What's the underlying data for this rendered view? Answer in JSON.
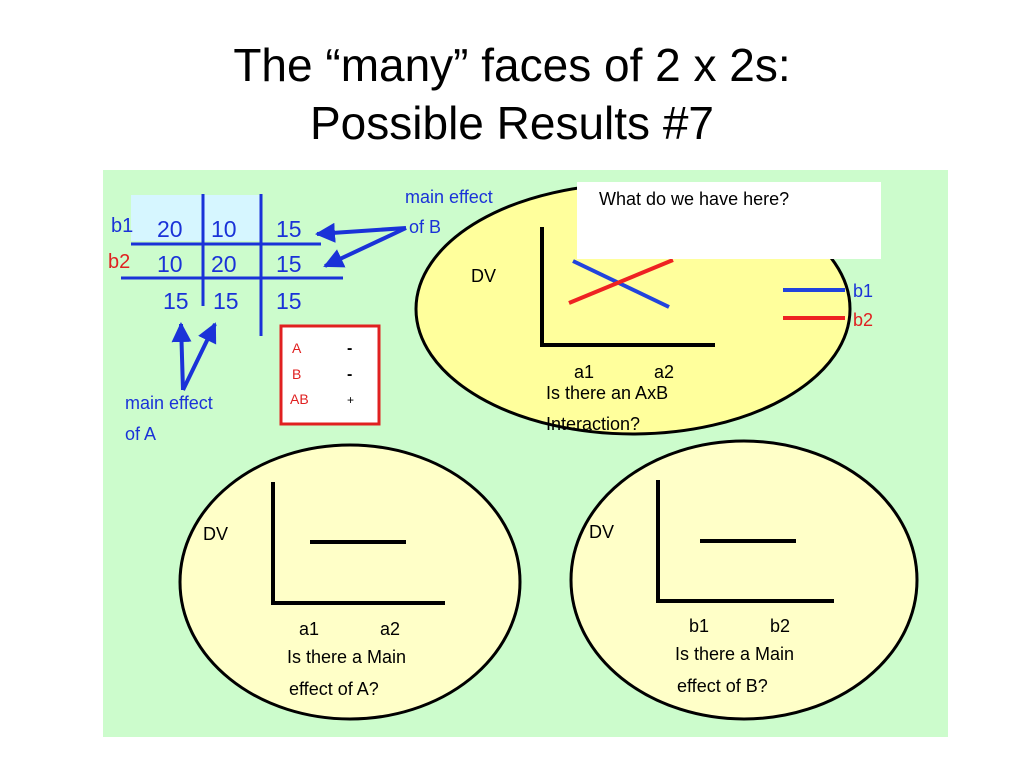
{
  "title": {
    "line1": "The “many” faces of 2 x 2s:",
    "line2": "Possible Results #7"
  },
  "callout_text": "What do we have here?",
  "colors": {
    "background_green": "#ccfccc",
    "table_header_fill": "#d6f6ff",
    "ellipse_fill": "#ffffc8",
    "ellipse_top_fill": "#ffff9c",
    "blue": "#1a32d8",
    "red": "#e02020",
    "b1_line": "#2244dd",
    "b2_line": "#ee2222"
  },
  "table": {
    "row_labels": [
      "b1",
      "b2"
    ],
    "rows": [
      [
        "20",
        "10",
        "15"
      ],
      [
        "10",
        "20",
        "15"
      ]
    ],
    "column_means": [
      "15",
      "15",
      "15"
    ]
  },
  "annotations": {
    "main_effect_b": [
      "main effect",
      "of B"
    ],
    "main_effect_a": [
      "main effect",
      "of A"
    ]
  },
  "effects_box": [
    {
      "label": "A",
      "mark": "-"
    },
    {
      "label": "B",
      "mark": "-"
    },
    {
      "label": "AB",
      "mark": "+"
    }
  ],
  "interaction_plot": {
    "ylabel": "DV",
    "x_labels": [
      "a1",
      "a2"
    ],
    "question": [
      "Is there an AxB",
      "Interaction?"
    ],
    "legend": [
      "b1",
      "b2"
    ]
  },
  "main_a_plot": {
    "ylabel": "DV",
    "x_labels": [
      "a1",
      "a2"
    ],
    "question": [
      "Is there a Main",
      "effect of A?"
    ]
  },
  "main_b_plot": {
    "ylabel": "DV",
    "x_labels": [
      "b1",
      "b2"
    ],
    "question": [
      "Is there a Main",
      "effect of B?"
    ]
  }
}
